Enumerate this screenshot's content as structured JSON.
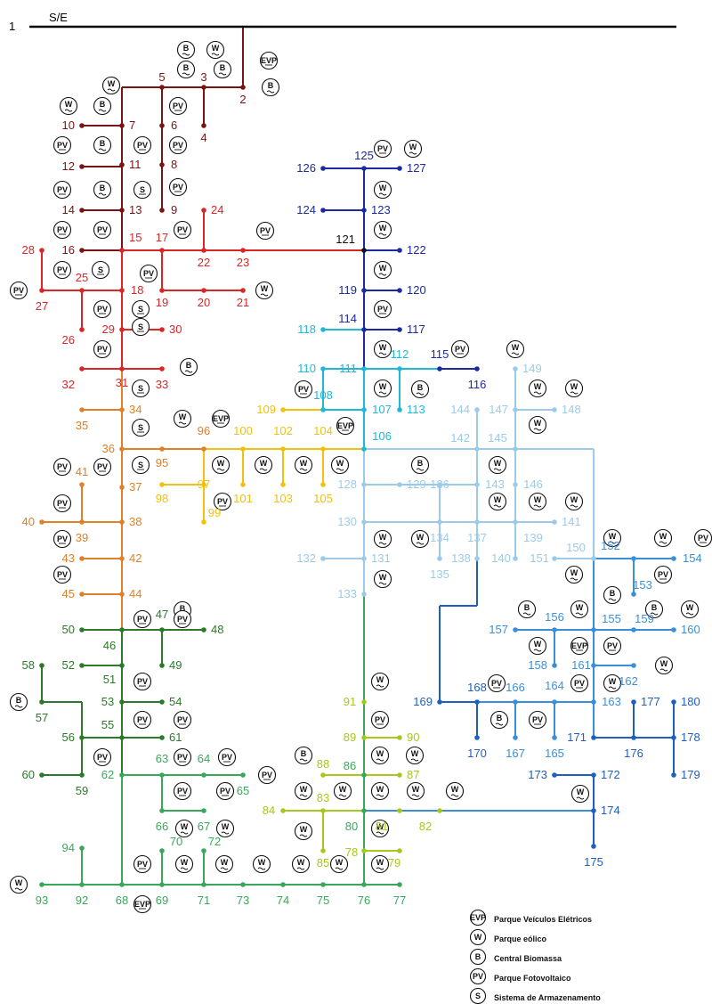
{
  "substation_label": "S/E",
  "top_node": "1",
  "symbol_codes": {
    "ev": "EVP",
    "wind": "W",
    "bio": "B",
    "pv": "PV",
    "storage": "S"
  },
  "legend": [
    {
      "code": "ev",
      "text": "Parque Veículos Elétricos"
    },
    {
      "code": "wind",
      "text": "Parque eólico"
    },
    {
      "code": "bio",
      "text": "Central Biomassa"
    },
    {
      "code": "pv",
      "text": "Parque Fotovoltaico"
    },
    {
      "code": "storage",
      "text": "Sistema de Armazenamento"
    }
  ],
  "feeder_colors": {
    "darkred": "#7a1414",
    "red": "#d92626",
    "orange": "#e0802a",
    "yellow": "#f2c10f",
    "green_dark": "#2a7a2a",
    "green": "#3aa85a",
    "lime": "#a6c81e",
    "navy": "#1c2aa0",
    "cyan": "#20b8d8",
    "lightblue": "#9ccbe8",
    "blue": "#3b8fd8",
    "midblue": "#1f5fc0"
  },
  "nodes": [
    {
      "id": "2",
      "color": "darkred"
    },
    {
      "id": "3",
      "color": "darkred"
    },
    {
      "id": "4",
      "color": "darkred"
    },
    {
      "id": "5",
      "color": "darkred"
    },
    {
      "id": "6",
      "color": "darkred"
    },
    {
      "id": "7",
      "color": "darkred"
    },
    {
      "id": "8",
      "color": "darkred"
    },
    {
      "id": "9",
      "color": "darkred"
    },
    {
      "id": "10",
      "color": "darkred"
    },
    {
      "id": "11",
      "color": "darkred"
    },
    {
      "id": "12",
      "color": "darkred"
    },
    {
      "id": "13",
      "color": "darkred"
    },
    {
      "id": "14",
      "color": "darkred"
    },
    {
      "id": "15",
      "color": "red"
    },
    {
      "id": "16",
      "color": "darkred"
    },
    {
      "id": "17",
      "color": "red"
    },
    {
      "id": "18",
      "color": "red"
    },
    {
      "id": "19",
      "color": "red"
    },
    {
      "id": "20",
      "color": "red"
    },
    {
      "id": "21",
      "color": "red"
    },
    {
      "id": "22",
      "color": "red"
    },
    {
      "id": "23",
      "color": "red"
    },
    {
      "id": "24",
      "color": "red"
    },
    {
      "id": "25",
      "color": "red"
    },
    {
      "id": "26",
      "color": "red"
    },
    {
      "id": "27",
      "color": "red"
    },
    {
      "id": "28",
      "color": "red"
    },
    {
      "id": "29",
      "color": "red"
    },
    {
      "id": "30",
      "color": "red"
    },
    {
      "id": "31",
      "color": "red"
    },
    {
      "id": "32",
      "color": "red"
    },
    {
      "id": "33",
      "color": "red"
    },
    {
      "id": "34",
      "color": "orange"
    },
    {
      "id": "35",
      "color": "orange"
    },
    {
      "id": "36",
      "color": "orange"
    },
    {
      "id": "37",
      "color": "orange"
    },
    {
      "id": "38",
      "color": "orange"
    },
    {
      "id": "39",
      "color": "orange"
    },
    {
      "id": "40",
      "color": "orange"
    },
    {
      "id": "41",
      "color": "orange"
    },
    {
      "id": "42",
      "color": "orange"
    },
    {
      "id": "43",
      "color": "orange"
    },
    {
      "id": "44",
      "color": "orange"
    },
    {
      "id": "45",
      "color": "orange"
    },
    {
      "id": "46",
      "color": "green_dark"
    },
    {
      "id": "47",
      "color": "green_dark"
    },
    {
      "id": "48",
      "color": "green_dark"
    },
    {
      "id": "49",
      "color": "green_dark"
    },
    {
      "id": "50",
      "color": "green_dark"
    },
    {
      "id": "51",
      "color": "green_dark"
    },
    {
      "id": "52",
      "color": "green_dark"
    },
    {
      "id": "53",
      "color": "green_dark"
    },
    {
      "id": "54",
      "color": "green_dark"
    },
    {
      "id": "55",
      "color": "green_dark"
    },
    {
      "id": "56",
      "color": "green_dark"
    },
    {
      "id": "57",
      "color": "green_dark"
    },
    {
      "id": "58",
      "color": "green_dark"
    },
    {
      "id": "59",
      "color": "green_dark"
    },
    {
      "id": "60",
      "color": "green_dark"
    },
    {
      "id": "61",
      "color": "green_dark"
    },
    {
      "id": "62",
      "color": "green"
    },
    {
      "id": "63",
      "color": "green"
    },
    {
      "id": "64",
      "color": "green"
    },
    {
      "id": "65",
      "color": "green"
    },
    {
      "id": "66",
      "color": "green"
    },
    {
      "id": "67",
      "color": "green"
    },
    {
      "id": "68",
      "color": "green"
    },
    {
      "id": "69",
      "color": "green"
    },
    {
      "id": "70",
      "color": "green"
    },
    {
      "id": "71",
      "color": "green"
    },
    {
      "id": "72",
      "color": "green"
    },
    {
      "id": "73",
      "color": "green"
    },
    {
      "id": "74",
      "color": "green"
    },
    {
      "id": "75",
      "color": "green"
    },
    {
      "id": "76",
      "color": "green"
    },
    {
      "id": "77",
      "color": "green"
    },
    {
      "id": "78",
      "color": "lime"
    },
    {
      "id": "79",
      "color": "lime"
    },
    {
      "id": "80",
      "color": "green"
    },
    {
      "id": "81",
      "color": "lime"
    },
    {
      "id": "82",
      "color": "lime"
    },
    {
      "id": "83",
      "color": "lime"
    },
    {
      "id": "84",
      "color": "lime"
    },
    {
      "id": "85",
      "color": "lime"
    },
    {
      "id": "86",
      "color": "green"
    },
    {
      "id": "87",
      "color": "lime"
    },
    {
      "id": "88",
      "color": "lime"
    },
    {
      "id": "89",
      "color": "lime"
    },
    {
      "id": "90",
      "color": "lime"
    },
    {
      "id": "91",
      "color": "lime"
    },
    {
      "id": "92",
      "color": "green"
    },
    {
      "id": "93",
      "color": "green"
    },
    {
      "id": "94",
      "color": "green"
    },
    {
      "id": "95",
      "color": "orange"
    },
    {
      "id": "96",
      "color": "orange"
    },
    {
      "id": "97",
      "color": "yellow"
    },
    {
      "id": "98",
      "color": "yellow"
    },
    {
      "id": "99",
      "color": "yellow"
    },
    {
      "id": "100",
      "color": "yellow"
    },
    {
      "id": "101",
      "color": "yellow"
    },
    {
      "id": "102",
      "color": "yellow"
    },
    {
      "id": "103",
      "color": "yellow"
    },
    {
      "id": "104",
      "color": "yellow"
    },
    {
      "id": "105",
      "color": "yellow"
    },
    {
      "id": "106",
      "color": "cyan"
    },
    {
      "id": "107",
      "color": "cyan"
    },
    {
      "id": "108",
      "color": "cyan"
    },
    {
      "id": "109",
      "color": "yellow"
    },
    {
      "id": "110",
      "color": "cyan"
    },
    {
      "id": "111",
      "color": "cyan"
    },
    {
      "id": "112",
      "color": "cyan"
    },
    {
      "id": "113",
      "color": "cyan"
    },
    {
      "id": "114",
      "color": "navy"
    },
    {
      "id": "115",
      "color": "navy"
    },
    {
      "id": "116",
      "color": "navy"
    },
    {
      "id": "117",
      "color": "navy"
    },
    {
      "id": "118",
      "color": "cyan"
    },
    {
      "id": "119",
      "color": "navy"
    },
    {
      "id": "120",
      "color": "navy"
    },
    {
      "id": "121",
      "color": "black"
    },
    {
      "id": "122",
      "color": "navy"
    },
    {
      "id": "123",
      "color": "navy"
    },
    {
      "id": "124",
      "color": "navy"
    },
    {
      "id": "125",
      "color": "navy"
    },
    {
      "id": "126",
      "color": "navy"
    },
    {
      "id": "127",
      "color": "navy"
    },
    {
      "id": "128",
      "color": "lightblue"
    },
    {
      "id": "129",
      "color": "lightblue"
    },
    {
      "id": "130",
      "color": "lightblue"
    },
    {
      "id": "131",
      "color": "lightblue"
    },
    {
      "id": "132",
      "color": "lightblue"
    },
    {
      "id": "133",
      "color": "lightblue"
    },
    {
      "id": "134",
      "color": "lightblue"
    },
    {
      "id": "135",
      "color": "lightblue"
    },
    {
      "id": "136",
      "color": "lightblue"
    },
    {
      "id": "137",
      "color": "lightblue"
    },
    {
      "id": "138",
      "color": "lightblue"
    },
    {
      "id": "139",
      "color": "lightblue"
    },
    {
      "id": "140",
      "color": "lightblue"
    },
    {
      "id": "141",
      "color": "lightblue"
    },
    {
      "id": "142",
      "color": "lightblue"
    },
    {
      "id": "143",
      "color": "lightblue"
    },
    {
      "id": "144",
      "color": "lightblue"
    },
    {
      "id": "145",
      "color": "lightblue"
    },
    {
      "id": "146",
      "color": "lightblue"
    },
    {
      "id": "147",
      "color": "lightblue"
    },
    {
      "id": "148",
      "color": "lightblue"
    },
    {
      "id": "149",
      "color": "lightblue"
    },
    {
      "id": "150",
      "color": "lightblue"
    },
    {
      "id": "151",
      "color": "lightblue"
    },
    {
      "id": "152",
      "color": "blue"
    },
    {
      "id": "153",
      "color": "blue"
    },
    {
      "id": "154",
      "color": "blue"
    },
    {
      "id": "155",
      "color": "blue"
    },
    {
      "id": "156",
      "color": "blue"
    },
    {
      "id": "157",
      "color": "blue"
    },
    {
      "id": "158",
      "color": "blue"
    },
    {
      "id": "159",
      "color": "blue"
    },
    {
      "id": "160",
      "color": "blue"
    },
    {
      "id": "161",
      "color": "blue"
    },
    {
      "id": "162",
      "color": "blue"
    },
    {
      "id": "163",
      "color": "blue"
    },
    {
      "id": "164",
      "color": "blue"
    },
    {
      "id": "165",
      "color": "blue"
    },
    {
      "id": "166",
      "color": "blue"
    },
    {
      "id": "167",
      "color": "blue"
    },
    {
      "id": "168",
      "color": "midblue"
    },
    {
      "id": "169",
      "color": "midblue"
    },
    {
      "id": "170",
      "color": "midblue"
    },
    {
      "id": "171",
      "color": "midblue"
    },
    {
      "id": "172",
      "color": "midblue"
    },
    {
      "id": "173",
      "color": "midblue"
    },
    {
      "id": "174",
      "color": "midblue"
    },
    {
      "id": "175",
      "color": "midblue"
    },
    {
      "id": "176",
      "color": "midblue"
    },
    {
      "id": "177",
      "color": "midblue"
    },
    {
      "id": "178",
      "color": "midblue"
    },
    {
      "id": "179",
      "color": "midblue"
    },
    {
      "id": "180",
      "color": "midblue"
    }
  ]
}
